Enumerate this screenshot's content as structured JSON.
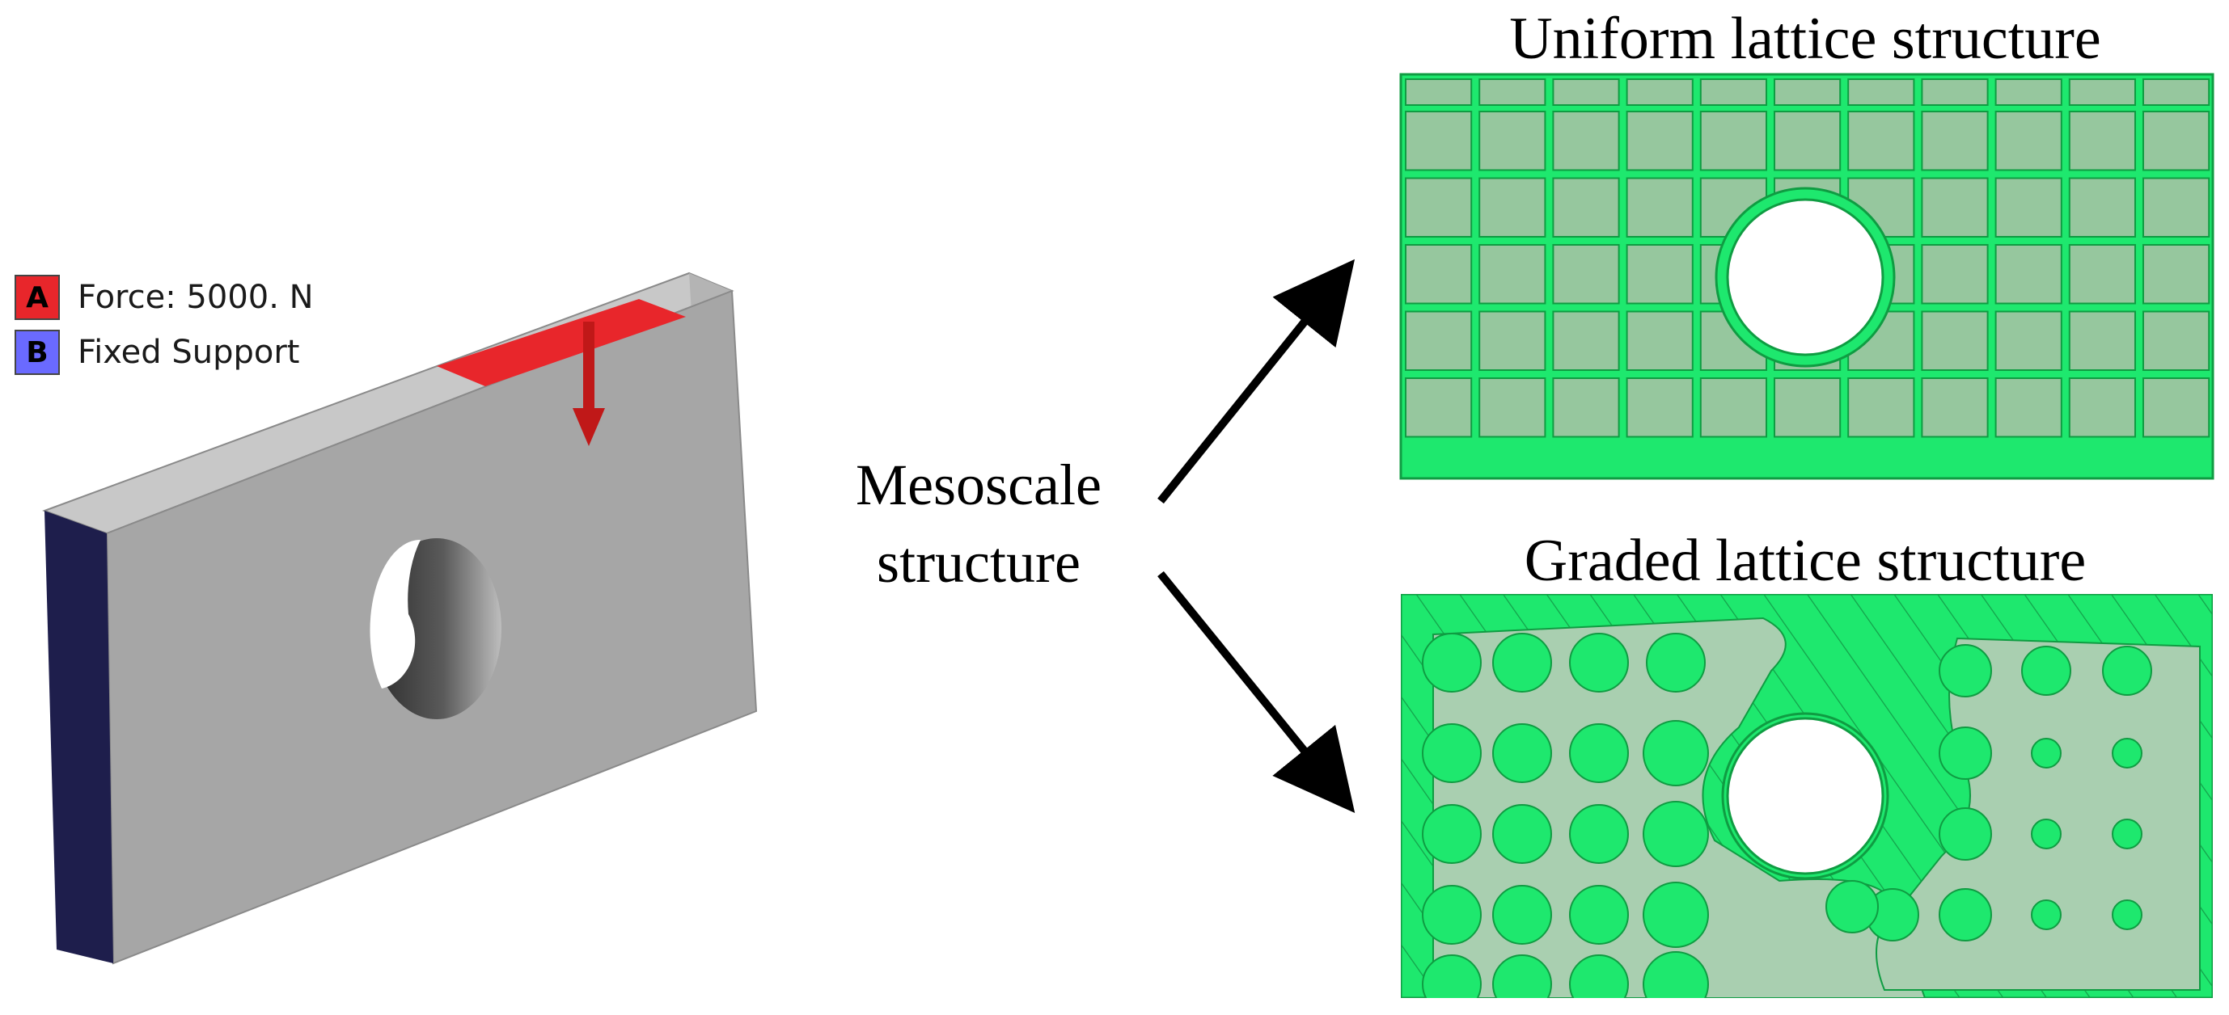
{
  "legend": {
    "items": [
      {
        "letter": "A",
        "label": "Force: 5000. N",
        "color": "#e8262b"
      },
      {
        "letter": "B",
        "label": "Fixed Support",
        "color": "#6a6aff"
      }
    ]
  },
  "center_label": {
    "line1": "Mesoscale",
    "line2": "structure"
  },
  "panels": {
    "uniform": {
      "title": "Uniform lattice structure"
    },
    "graded": {
      "title": "Graded lattice structure"
    }
  },
  "colors": {
    "plate_front": "#a6a6a6",
    "plate_top": "#c8c8c8",
    "plate_right": "#b4b4b4",
    "fixed_support": "#1e1e4c",
    "force": "#e8262b",
    "lattice_green": "#1ee86e",
    "lattice_cell": "#96c79e",
    "graded_cell": "#a9cfb0"
  }
}
